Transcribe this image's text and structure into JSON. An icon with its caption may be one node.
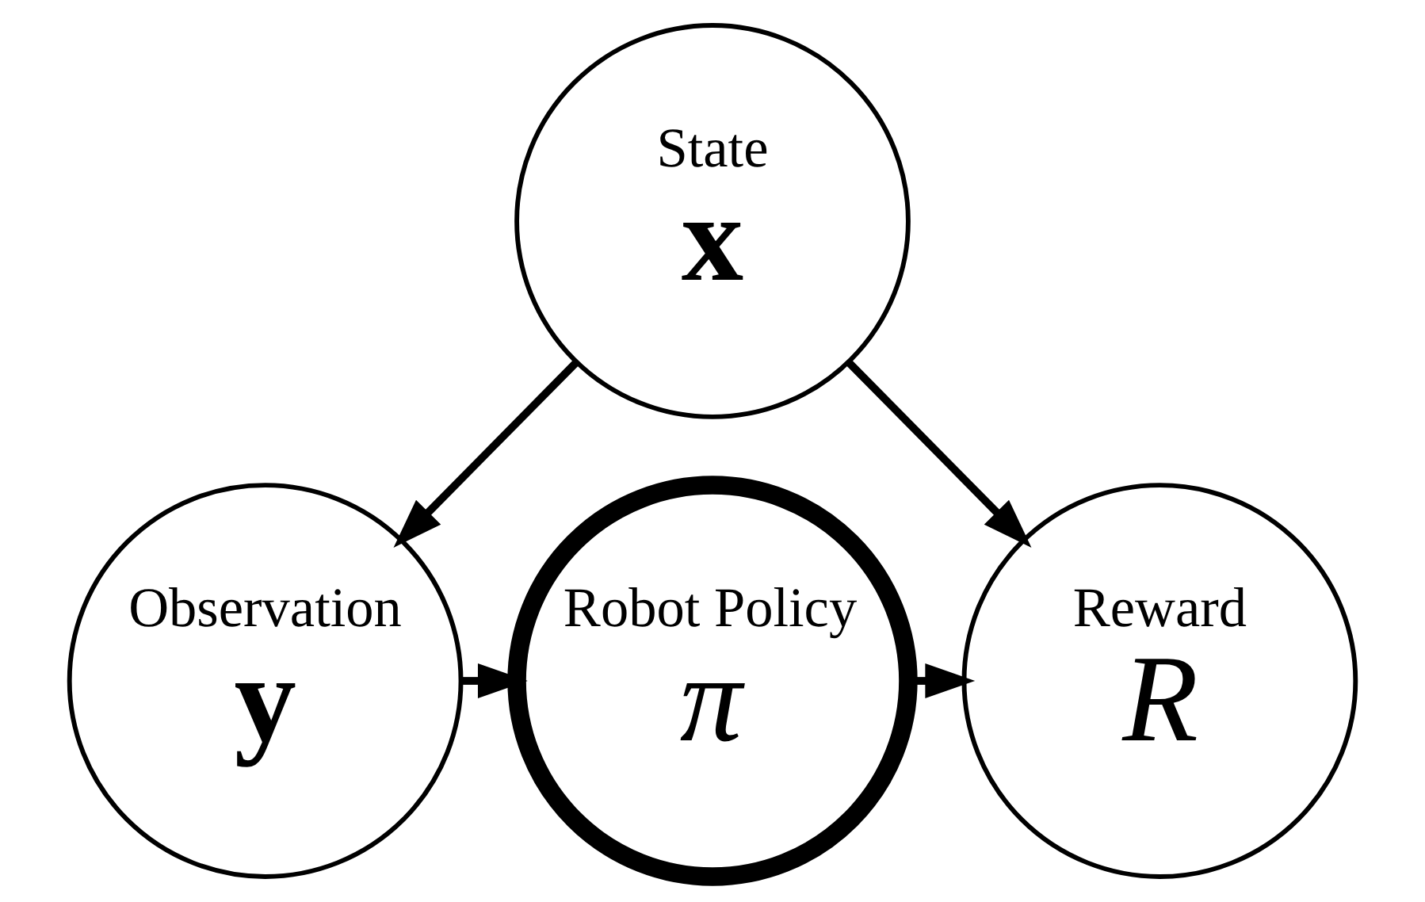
{
  "diagram": {
    "nodes": [
      {
        "text": [
          "State",
          "x"
        ]
      },
      {
        "text": [
          "Observation",
          "y"
        ]
      },
      {
        "text": [
          "Robot Policy",
          "π"
        ]
      },
      {
        "text": [
          "Reward",
          "R"
        ]
      }
    ],
    "edges": [
      {
        "from": 0,
        "to": 1,
        "arrow": "to"
      },
      {
        "from": 0,
        "to": 3,
        "arrow": "to"
      },
      {
        "from": 1,
        "to": 2,
        "arrow": "to"
      },
      {
        "from": 2,
        "to": 3,
        "arrow": "to"
      }
    ]
  }
}
